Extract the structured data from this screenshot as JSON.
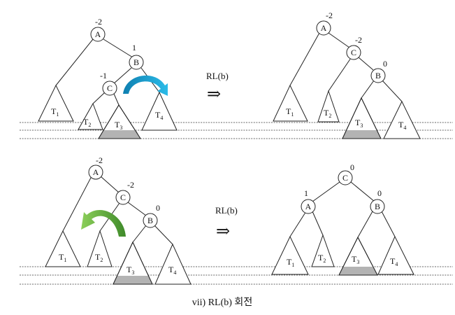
{
  "caption": "vii) RL(b) 회전",
  "panels": {
    "top_left": {
      "nodes": {
        "A": "A",
        "B": "B",
        "C": "C"
      },
      "balance": {
        "A": "-2",
        "B": "1",
        "C": "-1"
      },
      "subtrees": {
        "T1": {
          "base": "T",
          "sub": "1"
        },
        "T2": {
          "base": "T",
          "sub": "2"
        },
        "T3": {
          "base": "T",
          "sub": "3"
        },
        "T4": {
          "base": "T",
          "sub": "4"
        }
      }
    },
    "top_right": {
      "nodes": {
        "A": "A",
        "B": "B",
        "C": "C"
      },
      "balance": {
        "A": "-2",
        "B": "0",
        "C": "-2"
      },
      "subtrees": {
        "T1": {
          "base": "T",
          "sub": "1"
        },
        "T2": {
          "base": "T",
          "sub": "2"
        },
        "T3": {
          "base": "T",
          "sub": "3"
        },
        "T4": {
          "base": "T",
          "sub": "4"
        }
      }
    },
    "bottom_left": {
      "nodes": {
        "A": "A",
        "B": "B",
        "C": "C"
      },
      "balance": {
        "A": "-2",
        "B": "0",
        "C": "-2"
      },
      "subtrees": {
        "T1": {
          "base": "T",
          "sub": "1"
        },
        "T2": {
          "base": "T",
          "sub": "2"
        },
        "T3": {
          "base": "T",
          "sub": "3"
        },
        "T4": {
          "base": "T",
          "sub": "4"
        }
      }
    },
    "bottom_right": {
      "nodes": {
        "A": "A",
        "B": "B",
        "C": "C"
      },
      "balance": {
        "A": "1",
        "B": "0",
        "C": "0"
      },
      "subtrees": {
        "T1": {
          "base": "T",
          "sub": "1"
        },
        "T2": {
          "base": "T",
          "sub": "2"
        },
        "T3": {
          "base": "T",
          "sub": "3"
        },
        "T4": {
          "base": "T",
          "sub": "4"
        }
      }
    }
  },
  "operations": {
    "top": {
      "label": "RL(b)",
      "arrow": "⇒"
    },
    "bottom": {
      "label": "RL(b)",
      "arrow": "⇒"
    }
  },
  "colors": {
    "rotate_arrow_top": "#1aa3d4",
    "rotate_arrow_bottom": "#6cb33f",
    "shaded_region": "#b3b3b3"
  }
}
